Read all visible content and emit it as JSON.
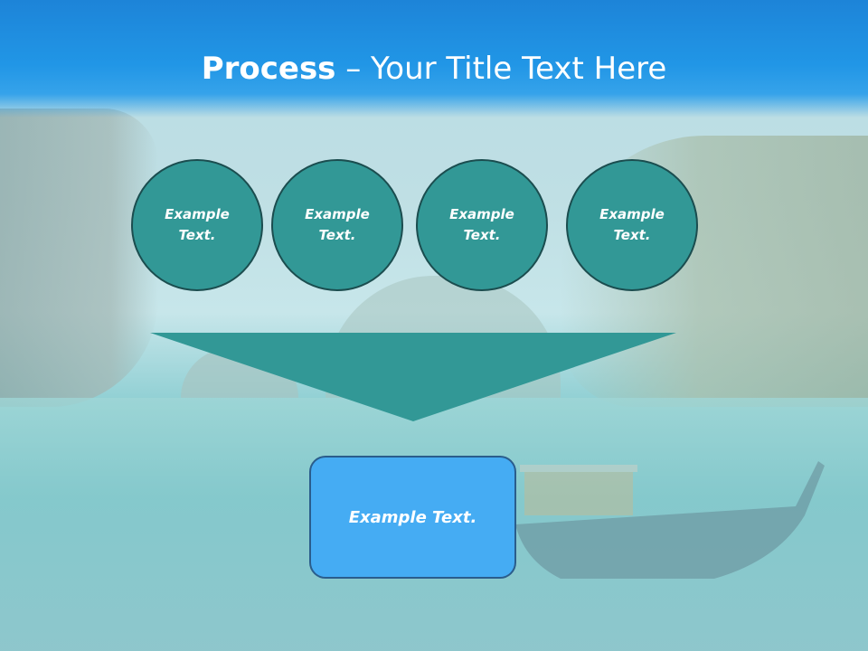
{
  "slide": {
    "title_bold": "Process",
    "title_rest": " – Your Title Text Here"
  },
  "process": {
    "steps": [
      {
        "label": "Example Text."
      },
      {
        "label": "Example Text."
      },
      {
        "label": "Example Text."
      },
      {
        "label": "Example Text."
      }
    ],
    "result_label": "Example Text."
  },
  "colors": {
    "header_blue": "#2196e6",
    "circle_teal": "#329896",
    "funnel_teal": "#329896",
    "box_blue": "#45acf3",
    "text_white": "#ffffff"
  }
}
